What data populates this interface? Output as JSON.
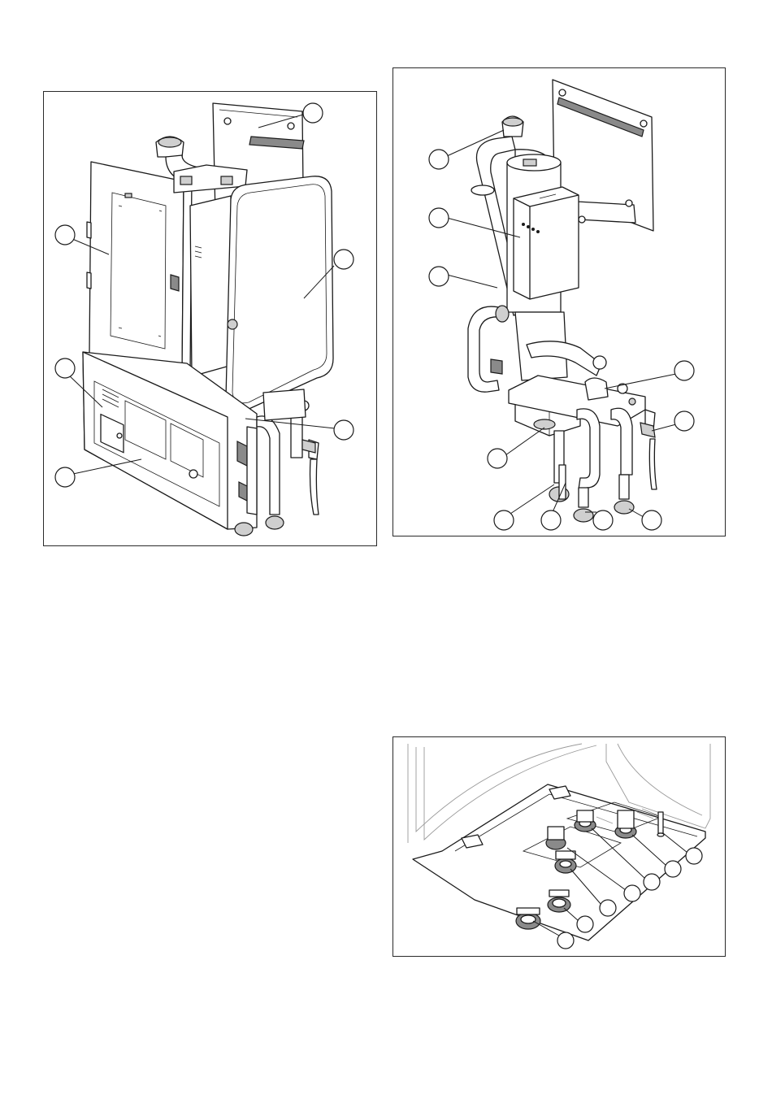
{
  "figures": [
    {
      "id": "fig1",
      "description_visible_text": ""
    },
    {
      "id": "fig2",
      "description_visible_text": ""
    },
    {
      "id": "fig3",
      "description_visible_text": ""
    }
  ],
  "callouts": {
    "fig1": [
      "",
      "",
      "",
      "",
      "",
      ""
    ],
    "fig2": [
      "",
      "",
      "",
      "",
      "",
      "",
      "",
      "",
      "",
      ""
    ],
    "fig3": [
      "",
      "",
      "",
      "",
      "",
      "",
      "",
      ""
    ]
  }
}
